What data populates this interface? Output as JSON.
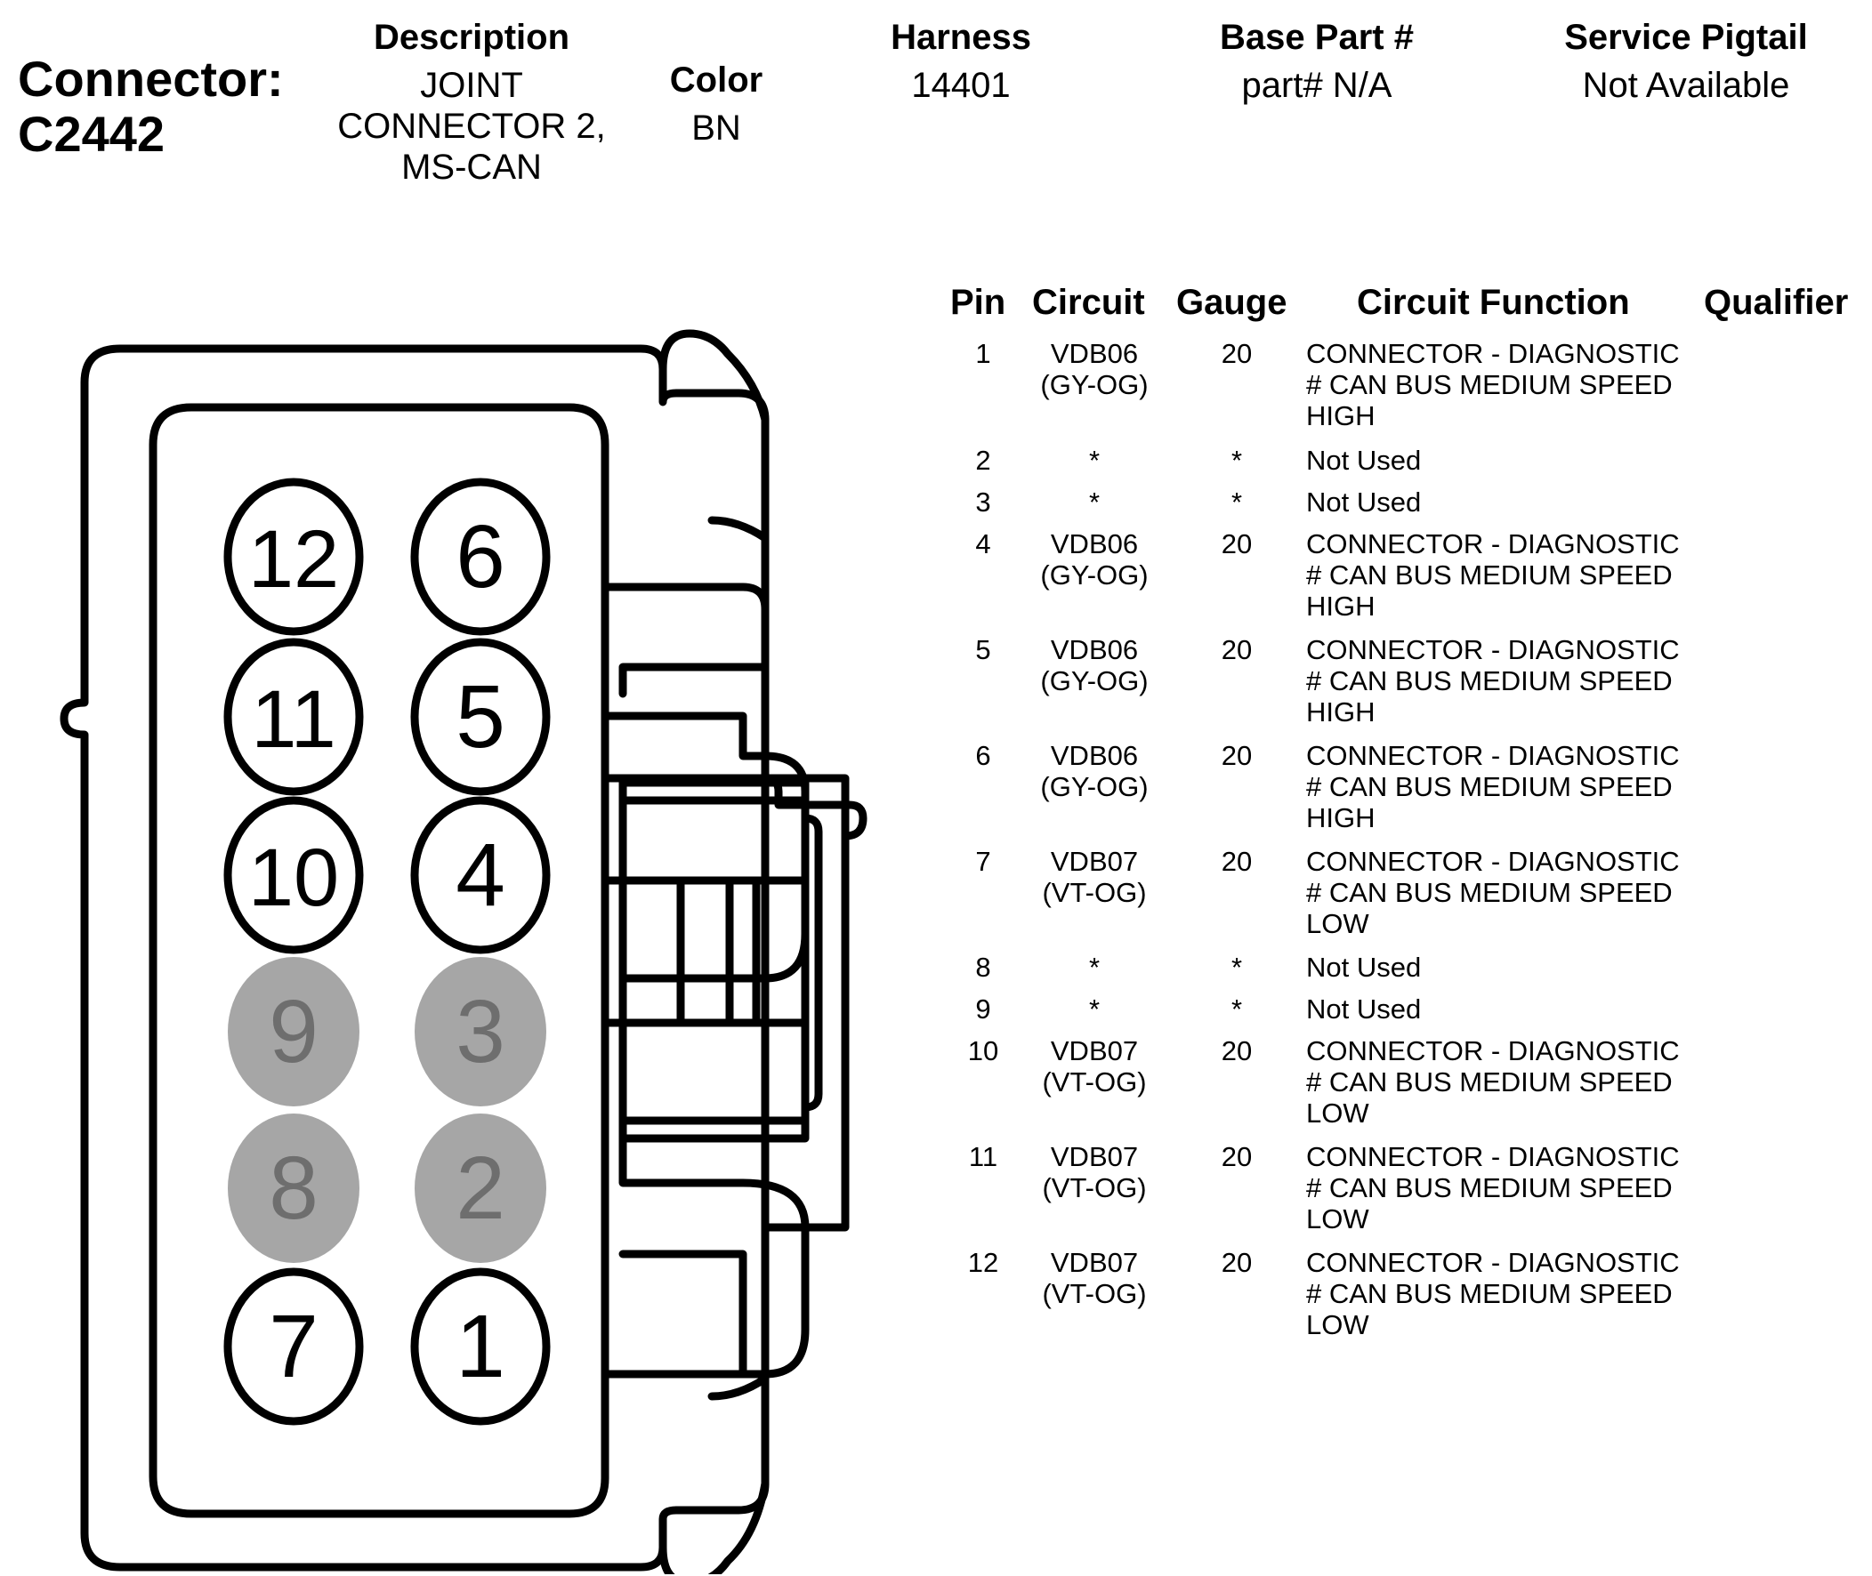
{
  "header": {
    "connector_label": "Connector:",
    "connector_id": "C2442",
    "description_label": "Description",
    "description_lines": [
      "JOINT",
      "CONNECTOR 2,",
      "MS-CAN"
    ],
    "color_label": "Color",
    "color_value": "BN",
    "harness_label": "Harness",
    "harness_value": "14401",
    "base_part_label": "Base Part #",
    "base_part_value": "part# N/A",
    "service_pigtail_label": "Service Pigtail",
    "service_pigtail_value": "Not Available"
  },
  "table": {
    "headers": {
      "pin": "Pin",
      "circuit": "Circuit",
      "gauge": "Gauge",
      "function": "Circuit Function",
      "qualifier": "Qualifier"
    },
    "rows": [
      {
        "pin": "1",
        "circuit": "VDB06\n(GY-OG)",
        "gauge": "20",
        "function": "CONNECTOR - DIAGNOSTIC\n# CAN BUS MEDIUM SPEED\nHIGH"
      },
      {
        "pin": "2",
        "circuit": "*",
        "gauge": "*",
        "function": "Not Used"
      },
      {
        "pin": "3",
        "circuit": "*",
        "gauge": "*",
        "function": "Not Used"
      },
      {
        "pin": "4",
        "circuit": "VDB06\n(GY-OG)",
        "gauge": "20",
        "function": "CONNECTOR - DIAGNOSTIC\n# CAN BUS MEDIUM SPEED\nHIGH"
      },
      {
        "pin": "5",
        "circuit": "VDB06\n(GY-OG)",
        "gauge": "20",
        "function": "CONNECTOR - DIAGNOSTIC\n# CAN BUS MEDIUM SPEED\nHIGH"
      },
      {
        "pin": "6",
        "circuit": "VDB06\n(GY-OG)",
        "gauge": "20",
        "function": "CONNECTOR - DIAGNOSTIC\n# CAN BUS MEDIUM SPEED\nHIGH"
      },
      {
        "pin": "7",
        "circuit": "VDB07\n(VT-OG)",
        "gauge": "20",
        "function": "CONNECTOR - DIAGNOSTIC\n# CAN BUS MEDIUM SPEED\nLOW"
      },
      {
        "pin": "8",
        "circuit": "*",
        "gauge": "*",
        "function": "Not Used"
      },
      {
        "pin": "9",
        "circuit": "*",
        "gauge": "*",
        "function": "Not Used"
      },
      {
        "pin": "10",
        "circuit": "VDB07\n(VT-OG)",
        "gauge": "20",
        "function": "CONNECTOR - DIAGNOSTIC\n# CAN BUS MEDIUM SPEED\nLOW"
      },
      {
        "pin": "11",
        "circuit": "VDB07\n(VT-OG)",
        "gauge": "20",
        "function": "CONNECTOR - DIAGNOSTIC\n# CAN BUS MEDIUM SPEED\nLOW"
      },
      {
        "pin": "12",
        "circuit": "VDB07\n(VT-OG)",
        "gauge": "20",
        "function": "CONNECTOR - DIAGNOSTIC\n# CAN BUS MEDIUM SPEED\nLOW"
      }
    ]
  },
  "pins": [
    {
      "label": "12",
      "used": true
    },
    {
      "label": "6",
      "used": true
    },
    {
      "label": "11",
      "used": true
    },
    {
      "label": "5",
      "used": true
    },
    {
      "label": "10",
      "used": true
    },
    {
      "label": "4",
      "used": true
    },
    {
      "label": "9",
      "used": false
    },
    {
      "label": "3",
      "used": false
    },
    {
      "label": "8",
      "used": false
    },
    {
      "label": "2",
      "used": false
    },
    {
      "label": "7",
      "used": true
    },
    {
      "label": "1",
      "used": true
    }
  ],
  "colors": {
    "unused_pin_fill": "#a6a6a6",
    "unused_pin_text": "#6e6e6e",
    "stroke": "#000000"
  }
}
